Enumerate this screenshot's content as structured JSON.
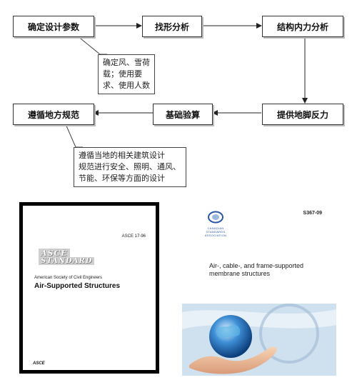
{
  "flowchart": {
    "nodes": {
      "params": "确定设计参数",
      "form": "找形分析",
      "force": "结构内力分析",
      "reaction": "提供地脚反力",
      "foundation": "基础验算",
      "codes": "遵循地方规范"
    },
    "callouts": {
      "params_note": [
        "确定风、雪荷",
        "载；使用要",
        "求、使用人数"
      ],
      "codes_note": [
        "遵循当地的相关建筑设计",
        "规范进行安全、照明、通风、",
        "节能、环保等方面的设计"
      ]
    },
    "colors": {
      "box_border": "#333333",
      "arrow": "#222222"
    }
  },
  "book1": {
    "code": "ASCE 17-96",
    "logo_line1": "ASCE",
    "logo_line2": "STANDARD",
    "org": "American Society of Civil Engineers",
    "title": "Air-Supported Structures",
    "publisher": "ASCE"
  },
  "book2": {
    "logo_line1": "CANADIAN STANDARDS",
    "logo_line2": "ASSOCIATION",
    "code": "S367-09",
    "title_line1": "Air-, cable-, and frame-supported",
    "title_line2": "membrane structures"
  }
}
